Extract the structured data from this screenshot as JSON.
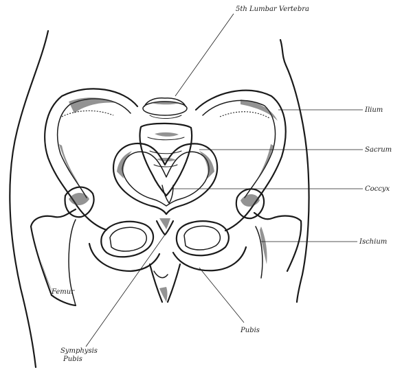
{
  "labels": {
    "lumbar": "5th Lumbar Vertebra",
    "ilium": "Ilium",
    "sacrum": "Sacrum",
    "coccyx": "Coccyx",
    "ischium": "Ischium",
    "pubis": "Pubis",
    "femur": "Femur",
    "symphysis_line1": "Symphysis",
    "symphysis_line2": "Pubis"
  }
}
